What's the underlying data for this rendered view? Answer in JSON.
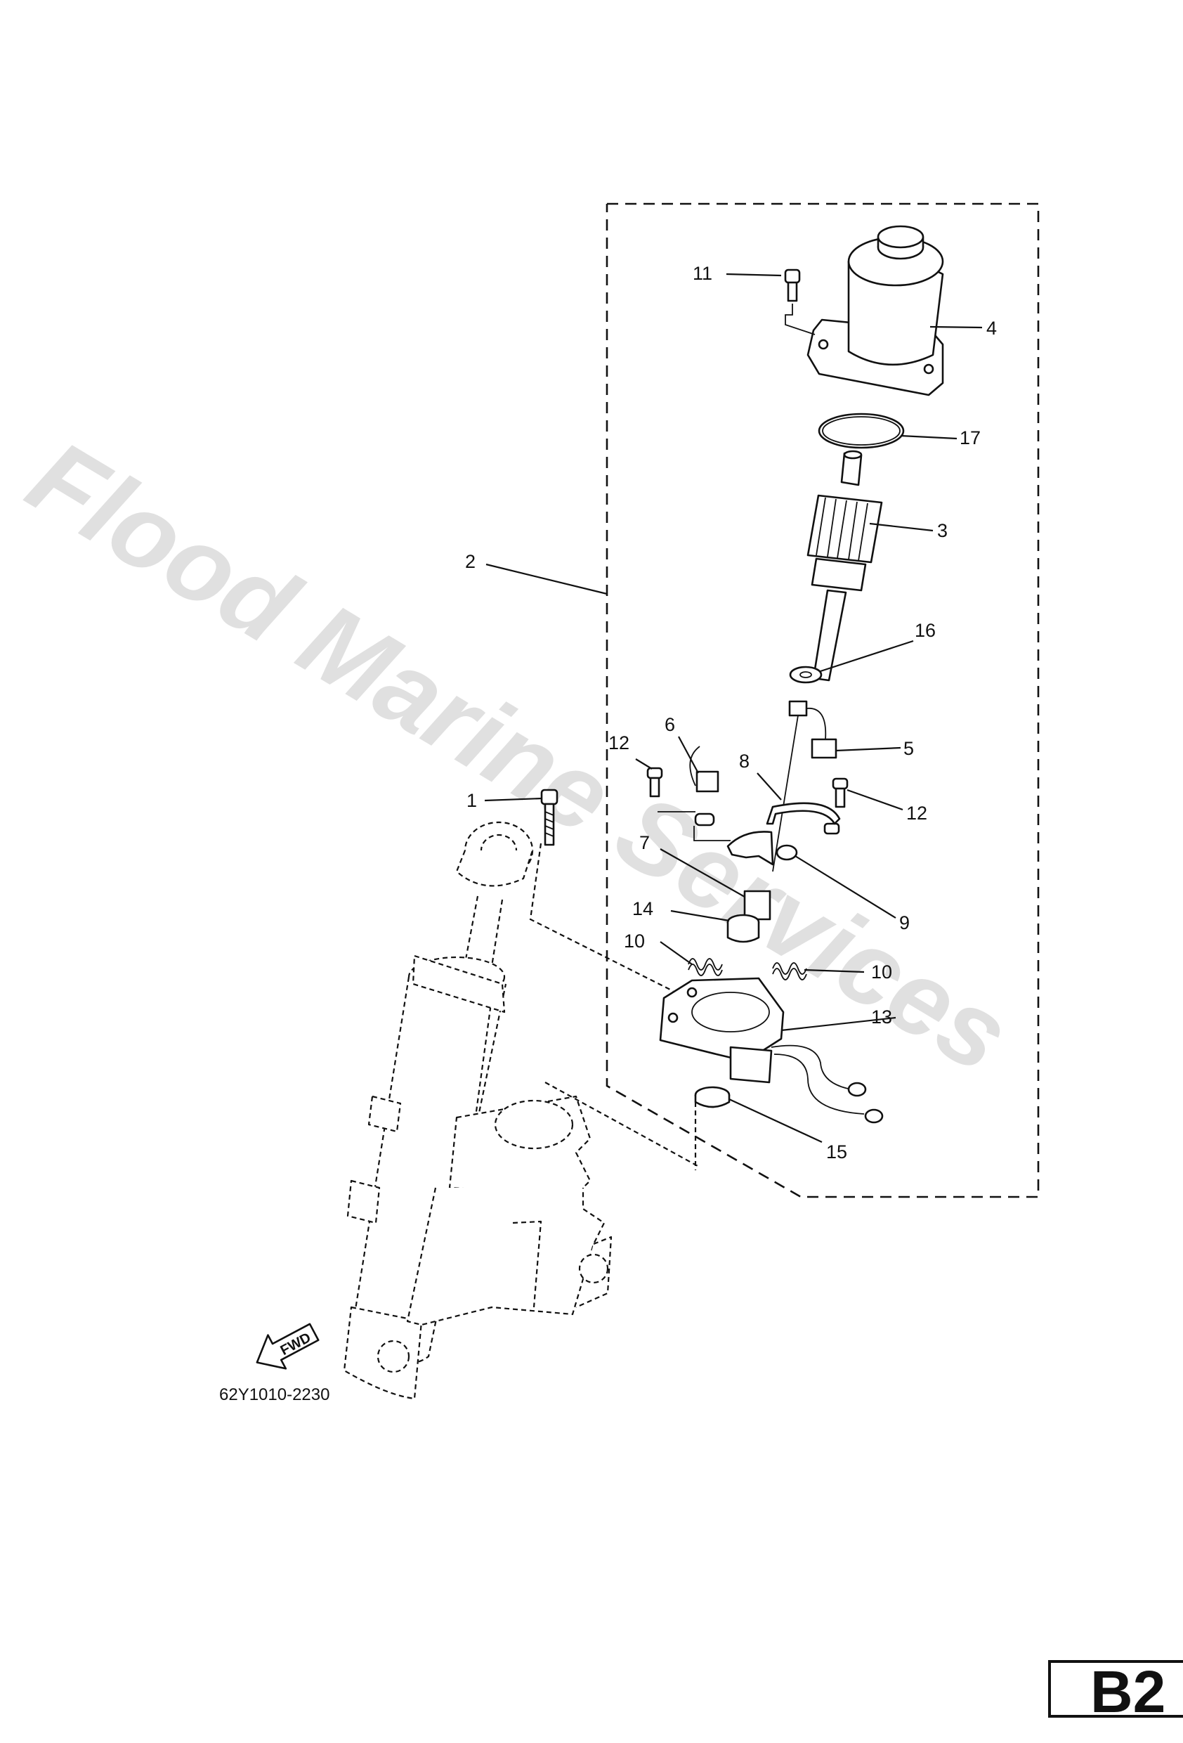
{
  "callouts": {
    "c1": "1",
    "c2": "2",
    "c3": "3",
    "c4": "4",
    "c5": "5",
    "c6": "6",
    "c7": "7",
    "c8": "8",
    "c9": "9",
    "c10a": "10",
    "c10b": "10",
    "c11": "11",
    "c12a": "12",
    "c12b": "12",
    "c13": "13",
    "c14": "14",
    "c15": "15",
    "c16": "16",
    "c17": "17"
  },
  "watermark": "Flood Marine Services",
  "diagram_code": "62Y1010-2230",
  "direction_label": "FWD",
  "page_badge": "B2"
}
